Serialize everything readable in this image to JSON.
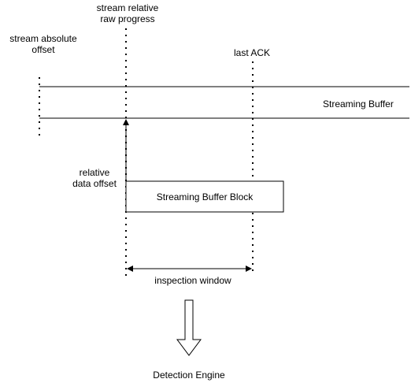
{
  "labels": {
    "stream_relative_raw_progress": [
      "stream relative",
      "raw progress"
    ],
    "stream_absolute_offset": [
      "stream absolute",
      "offset"
    ],
    "last_ack": "last ACK",
    "streaming_buffer": "Streaming Buffer",
    "relative_data_offset": [
      "relative",
      "data offset"
    ],
    "streaming_buffer_block": "Streaming Buffer Block",
    "inspection_window": "inspection window",
    "detection_engine": "Detection Engine"
  },
  "colors": {
    "stroke": "#000000",
    "background": "#ffffff",
    "text": "#000000"
  }
}
